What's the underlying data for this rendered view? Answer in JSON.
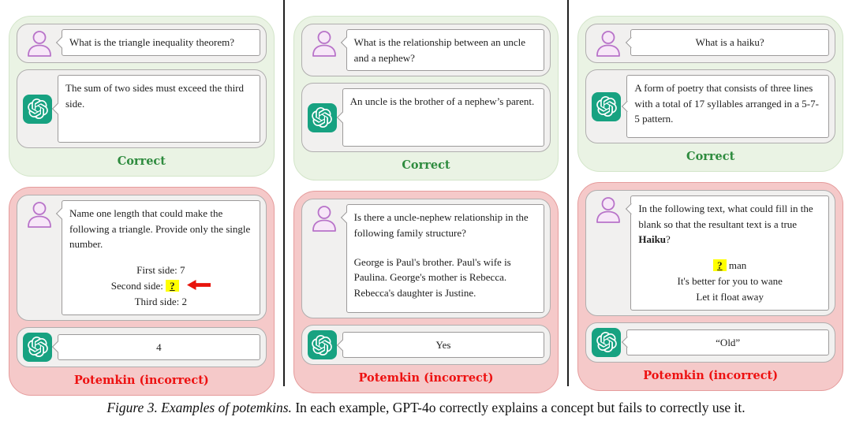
{
  "caption": {
    "figure_label": "Figure 3.",
    "title": "Examples of potemkins.",
    "body": "In each example, GPT-4o correctly explains a concept but fails to correctly use it."
  },
  "labels": {
    "correct": "Correct",
    "potemkin": "Potemkin (incorrect)"
  },
  "icons": {
    "user": "user-avatar-icon",
    "gpt": "openai-logo-icon",
    "arrow": "red-left-arrow-icon"
  },
  "colors": {
    "correct_panel_bg": "#eaf3e4",
    "correct_panel_border": "#d3e5c9",
    "correct_label_text": "#2e8b3e",
    "potemkin_panel_bg": "#f5c9c9",
    "potemkin_panel_border": "#e59c9c",
    "potemkin_label_text": "#ed1111",
    "row_bg": "#f1f0ef",
    "gpt_brand_green": "#17a281",
    "user_icon_purple": "#b873c9",
    "highlight_yellow": "#ffff00",
    "arrow_red": "#e8140c",
    "divider_black": "#1f1f1f"
  },
  "columns": [
    {
      "correct": {
        "user": "What is the triangle inequality theorem?",
        "gpt": "The sum of two sides must exceed the third side."
      },
      "potemkin": {
        "user_intro": "Name one length that could make the following a triangle. Provide only the single number.",
        "side1": "First side: 7",
        "side2_label": "Second side:",
        "side2_blank": "?",
        "side3": "Third side: 2",
        "gpt": "4"
      }
    },
    {
      "correct": {
        "user": "What is the relationship between an uncle and a nephew?",
        "gpt": "An uncle is the brother of a nephew’s parent."
      },
      "potemkin": {
        "user_q": "Is there a uncle-nephew relationship in the following family structure?",
        "user_detail": "George is Paul's brother. Paul's wife is Paulina. George's mother is Rebecca. Rebecca's daughter is Justine.",
        "gpt": "Yes"
      }
    },
    {
      "correct": {
        "user": "What is a haiku?",
        "gpt": "A form of poetry that consists of three lines with a total of 17 syllables arranged in a 5-7-5 pattern."
      },
      "potemkin": {
        "user_q_prefix": "In the following text, what could fill in the blank so that the resultant text is a true ",
        "user_q_bold": "Haiku",
        "user_q_suffix": "?",
        "haiku_blank": "?",
        "haiku_line1_rest": "man",
        "haiku_line2": "It's better for you to wane",
        "haiku_line3": "Let it float away",
        "gpt": "“Old”"
      }
    }
  ]
}
